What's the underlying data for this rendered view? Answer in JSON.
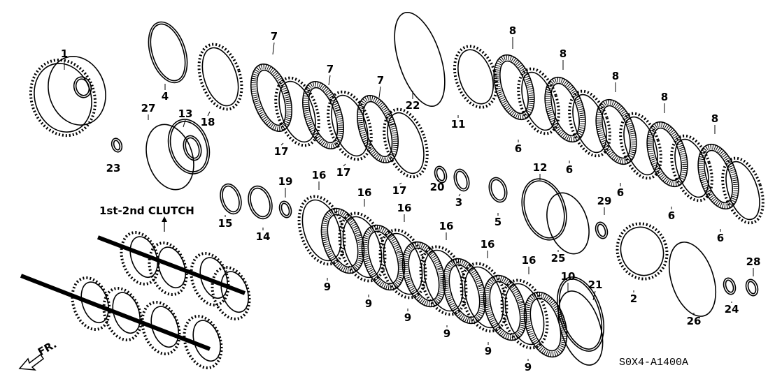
{
  "diagram": {
    "callouts": [
      "1",
      "4",
      "18",
      "7",
      "7",
      "7",
      "22",
      "8",
      "8",
      "8",
      "8",
      "8",
      "27",
      "13",
      "23",
      "17",
      "17",
      "17",
      "11",
      "6",
      "6",
      "6",
      "6",
      "6",
      "20",
      "3",
      "5",
      "12",
      "29",
      "19",
      "15",
      "14",
      "16",
      "16",
      "16",
      "16",
      "16",
      "16",
      "25",
      "9",
      "9",
      "9",
      "9",
      "9",
      "9",
      "10",
      "21",
      "2",
      "26",
      "24",
      "28"
    ],
    "assembly_label": "1st-2nd CLUTCH",
    "direction_label": "FR.",
    "diagram_code": "S0X4-A1400A"
  }
}
